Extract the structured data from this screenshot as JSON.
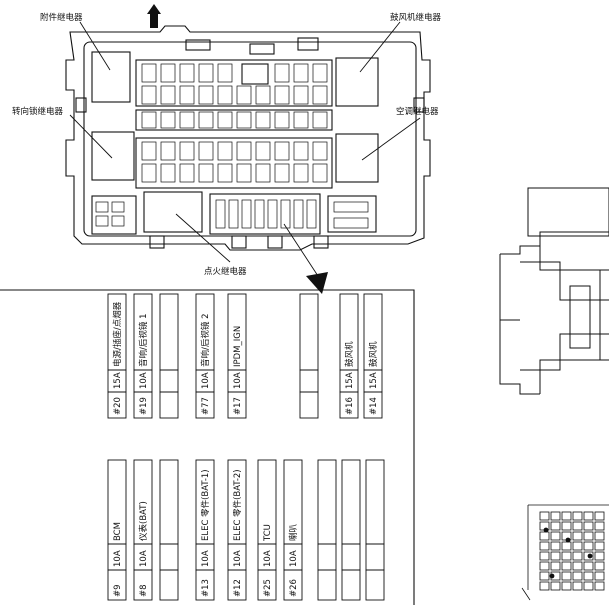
{
  "callouts": {
    "accessory_relay": "附件继电器",
    "blower_relay": "鼓风机继电器",
    "turn_lock_relay": "转向锁继电器",
    "ac_relay": "空调继电器",
    "ignition_relay": "点火继电器",
    "top_marker": "上"
  },
  "upper_row": [
    {
      "id": "#20",
      "amp": "15A",
      "desc": "电源/插座/点烟器"
    },
    {
      "id": "#19",
      "amp": "10A",
      "desc": "音响/后视镜 1"
    },
    {
      "id": "",
      "amp": "",
      "desc": ""
    },
    {
      "id": "#77",
      "amp": "10A",
      "desc": "音响/后视镜 2"
    },
    {
      "id": "#17",
      "amp": "10A",
      "desc": "IPDM_IGN"
    },
    {
      "id": "",
      "amp": "",
      "desc": ""
    },
    {
      "id": "#16",
      "amp": "15A",
      "desc": "鼓风机"
    },
    {
      "id": "#14",
      "amp": "15A",
      "desc": "鼓风机"
    }
  ],
  "lower_row": [
    {
      "id": "#9",
      "amp": "10A",
      "desc": "BCM"
    },
    {
      "id": "#8",
      "amp": "10A",
      "desc": "仪表(BAT)"
    },
    {
      "id": "",
      "amp": "",
      "desc": ""
    },
    {
      "id": "#13",
      "amp": "10A",
      "desc": "ELEC 零件(BAT-1)"
    },
    {
      "id": "#12",
      "amp": "10A",
      "desc": "ELEC 零件(BAT-2)"
    },
    {
      "id": "#25",
      "amp": "10A",
      "desc": "TCU"
    },
    {
      "id": "#26",
      "amp": "10A",
      "desc": "喇叭"
    },
    {
      "id": "",
      "amp": "",
      "desc": ""
    },
    {
      "id": "",
      "amp": "",
      "desc": ""
    },
    {
      "id": "",
      "amp": "",
      "desc": ""
    }
  ]
}
